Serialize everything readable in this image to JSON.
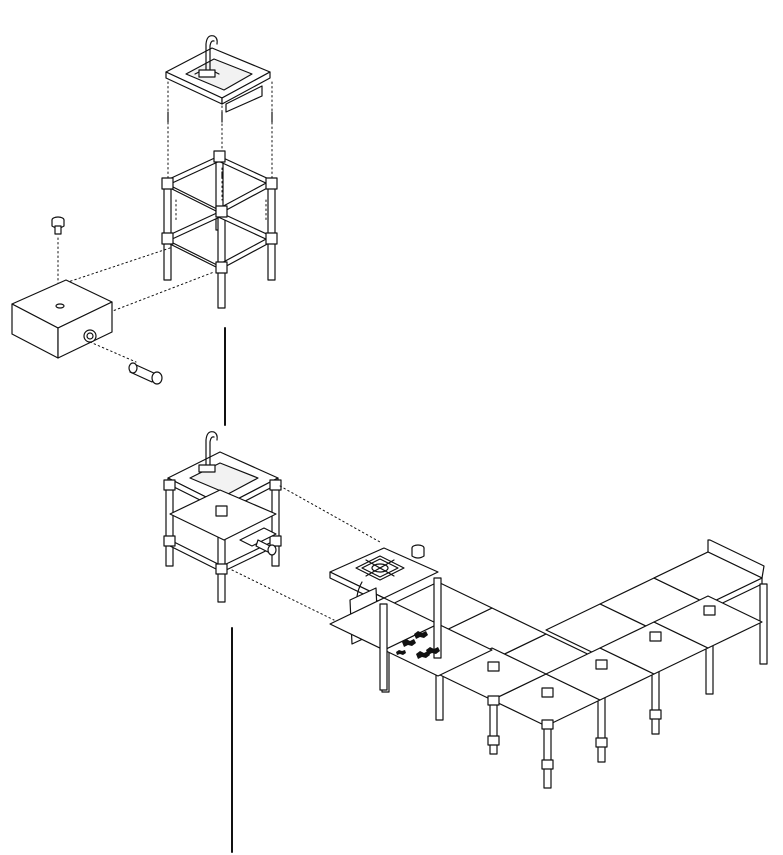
{
  "diagram": {
    "type": "exploded isometric assembly drawing",
    "parts": [
      "sink-with-faucet",
      "frame-module",
      "water-tank",
      "tank-cap",
      "tank-hose-fitting",
      "assembled-sink-module",
      "cooktop-module",
      "burner-knobs",
      "gas-bottle",
      "worktop-modules"
    ],
    "line_color": "#111111",
    "background": "#ffffff"
  }
}
